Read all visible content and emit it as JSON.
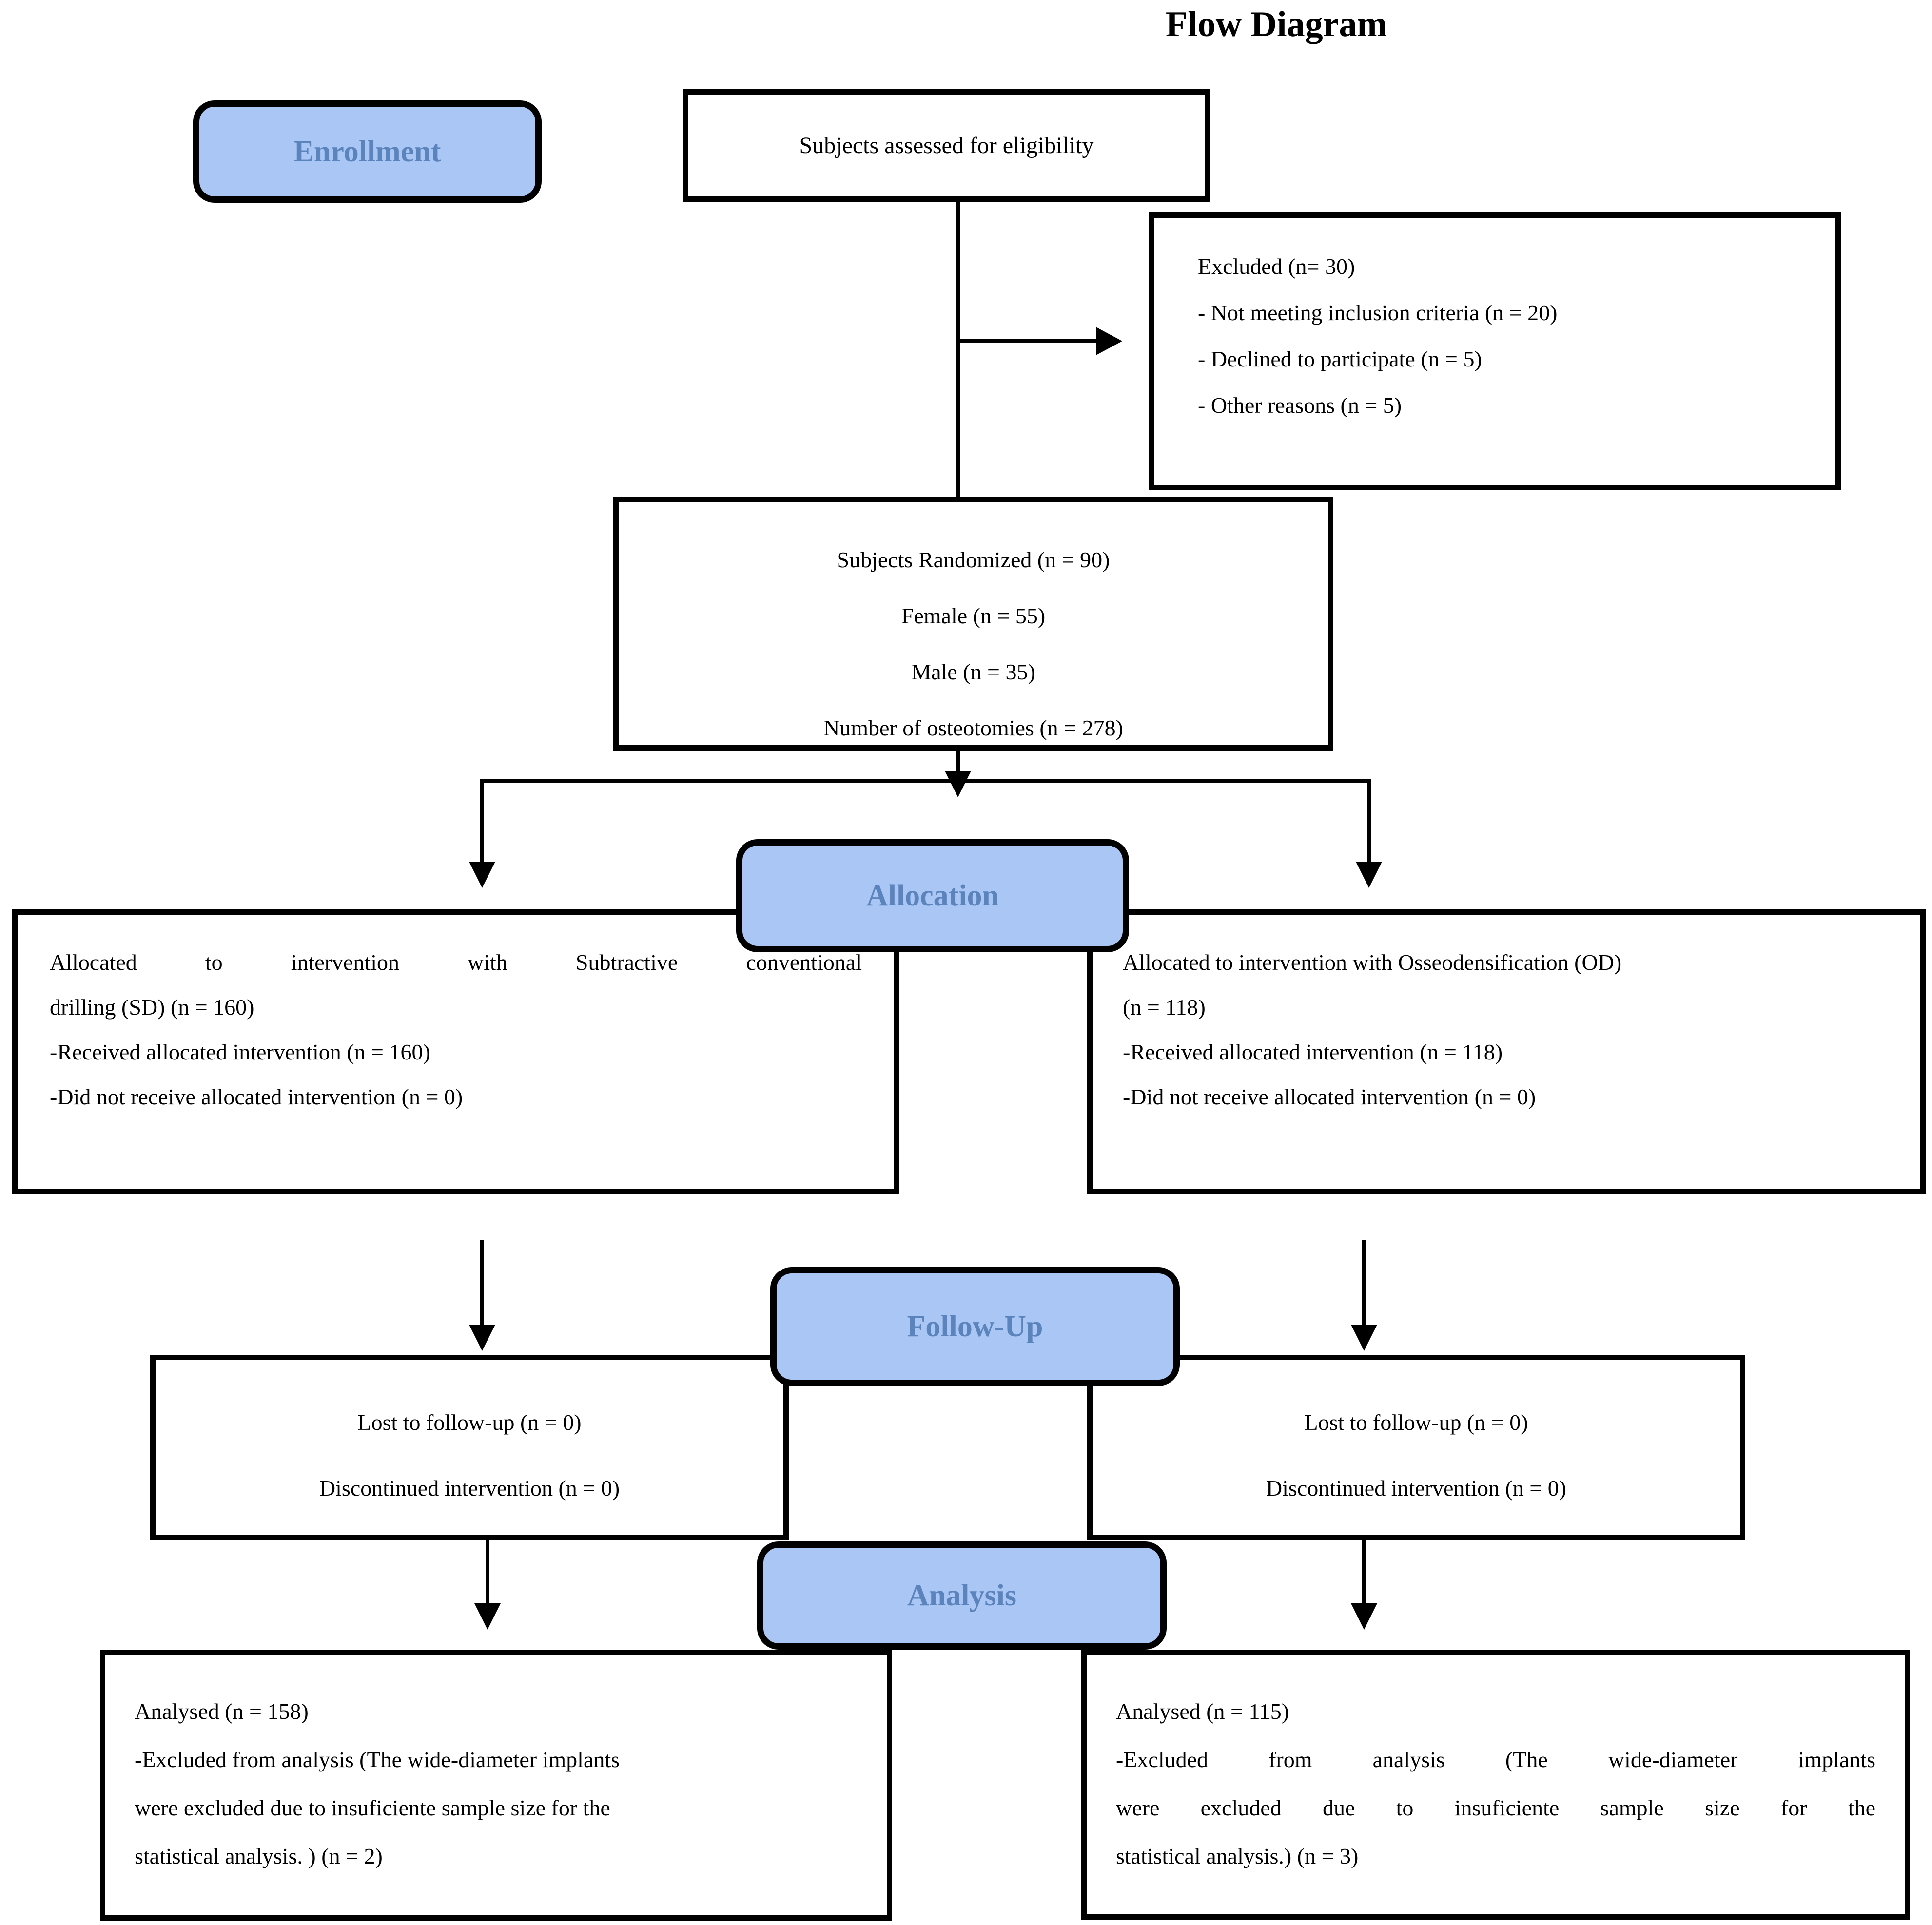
{
  "title": "Flow Diagram",
  "colors": {
    "stage_fill": "#AAC6F5",
    "stage_text": "#5C84BC",
    "box_border": "#000000",
    "background": "#FFFFFF"
  },
  "stages": {
    "enrollment": "Enrollment",
    "allocation": "Allocation",
    "followup": "Follow-Up",
    "analysis": "Analysis"
  },
  "eligibility": {
    "text": "Subjects assessed for eligibility"
  },
  "excluded": {
    "lines": [
      "Excluded (n= 30)",
      "- Not meeting inclusion criteria (n = 20)",
      "- Declined to participate (n = 5)",
      "- Other reasons (n = 5)"
    ]
  },
  "randomized": {
    "lines": [
      "Subjects Randomized (n = 90)",
      "Female (n = 55)",
      "Male (n = 35)",
      "Number of osteotomies (n = 278)"
    ]
  },
  "allocation_left": {
    "lines": [
      "Allocated to intervention with Subtractive conventional",
      "drilling (SD) (n = 160)",
      "-Received allocated intervention (n = 160)",
      "-Did not receive allocated intervention (n = 0)"
    ]
  },
  "allocation_right": {
    "lines": [
      "Allocated to intervention with Osseodensification (OD)",
      "(n = 118)",
      "-Received allocated intervention (n = 118)",
      "-Did not receive allocated intervention (n = 0)"
    ]
  },
  "followup_left": {
    "lines": [
      "Lost to follow-up (n = 0)",
      "Discontinued intervention (n = 0)"
    ]
  },
  "followup_right": {
    "lines": [
      "Lost to follow-up (n = 0)",
      "Discontinued intervention (n = 0)"
    ]
  },
  "analysis_left": {
    "lines": [
      "Analysed (n = 158)",
      "-Excluded from analysis (The wide-diameter implants",
      "were excluded due to insuficiente sample size for the",
      "statistical analysis. ) (n = 2)"
    ]
  },
  "analysis_right": {
    "lines": [
      "Analysed (n = 115)",
      "-Excluded from analysis (The wide-diameter implants",
      "were excluded due to insuficiente sample size for the",
      "statistical analysis.) (n = 3)"
    ]
  }
}
